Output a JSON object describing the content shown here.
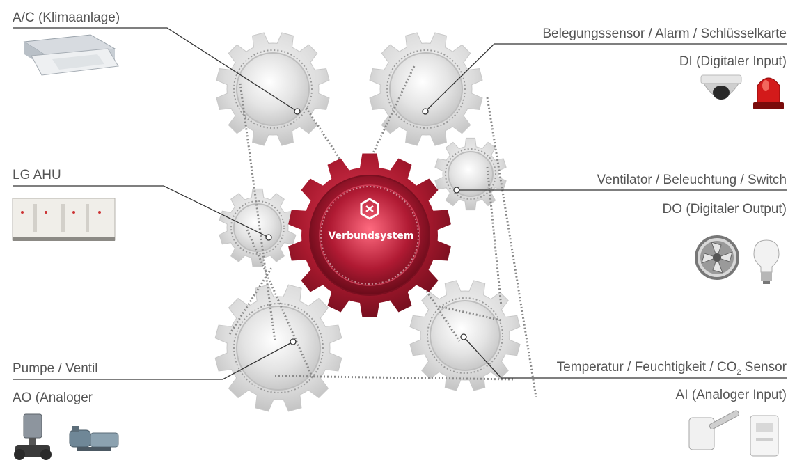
{
  "labels": {
    "ac": "A/C (Klimaanlage)",
    "occupancy": "Belegungssensor / Alarm / Schlüsselkarte",
    "di": "DI (Digitaler Input)",
    "ahu": "LG AHU",
    "ventilator": "Ventilator / Beleuchtung / Switch",
    "do": "DO (Digitaler Output)",
    "pump": "Pumpe / Ventil",
    "ao": "AO (Analoger",
    "temp_prefix": "Temperatur / Feuchtigkeit / CO",
    "temp_sub": "2",
    "temp_suffix": " Sensor",
    "ai": "AI (Analoger Input)"
  },
  "center": {
    "label": "Verbundsystem",
    "color": "#a8192e"
  },
  "colors": {
    "gear": "#d9d9d9",
    "gear_shadow": "#c2c2c2",
    "line": "#333333",
    "belt": "#8a8a8a"
  }
}
